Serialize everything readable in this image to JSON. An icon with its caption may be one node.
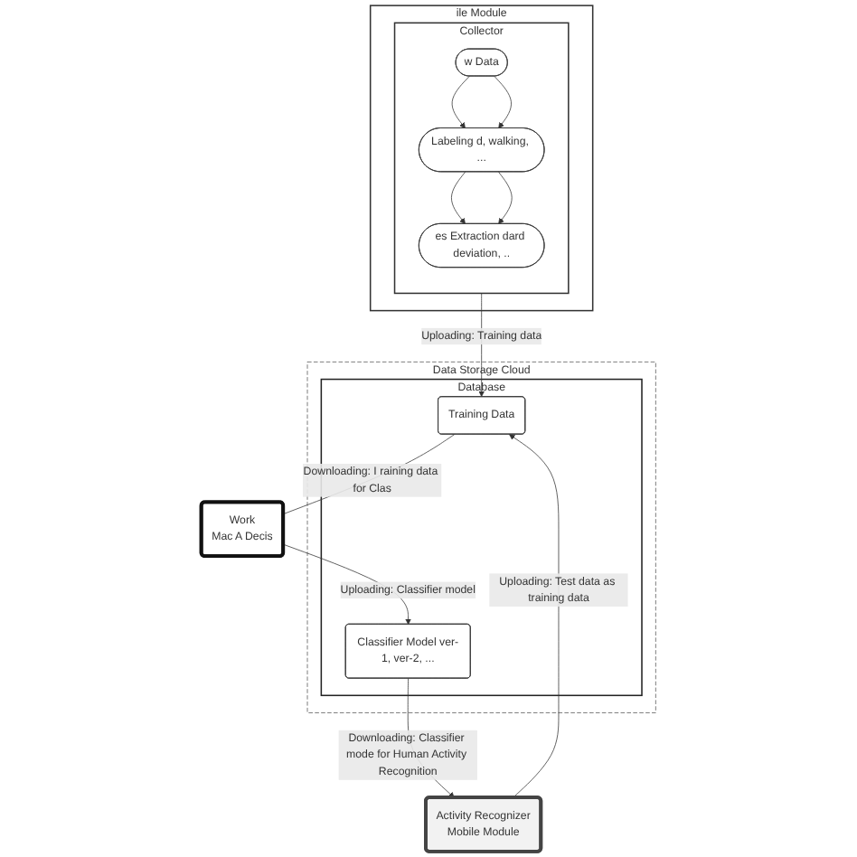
{
  "diagram": {
    "nodes": [
      {
        "text": [
          "ile Module"
        ]
      },
      {
        "text": [
          "Collector"
        ],
        "in": 0
      },
      {
        "text": [
          "w Data"
        ],
        "in": 1
      },
      {
        "text": [
          "Labeling d, walking, ..."
        ],
        "in": 1
      },
      {
        "text": [
          "es Extraction dard deviation, .."
        ],
        "in": 1
      },
      {
        "text": [
          "Data Storage Cloud"
        ]
      },
      {
        "text": [
          "Database"
        ],
        "in": 5
      },
      {
        "text": [
          "Training Data"
        ],
        "in": 6
      },
      {
        "text": [
          "Classifier Model ver-1, ver-2, ..."
        ],
        "in": 6
      },
      {
        "text": [
          "Activity Recognizer",
          "Mobile Module"
        ]
      },
      {
        "text": [
          "Work",
          "Mac A Decis"
        ]
      }
    ],
    "edges": [
      {
        "from": 2,
        "to": 3,
        "arrow": "to"
      },
      {
        "from": 2,
        "to": 3,
        "arrow": "to"
      },
      {
        "from": 3,
        "to": 4,
        "arrow": "to"
      },
      {
        "from": 3,
        "to": 4,
        "arrow": "to"
      },
      {
        "from": 1,
        "to": 7,
        "arrow": "to",
        "label": "Uploading: Training data"
      },
      {
        "from": 9,
        "to": 7,
        "arrow": "to",
        "label": "Uploading: Test data as training data"
      },
      {
        "from": 8,
        "to": 9,
        "arrow": "to",
        "label": "Downloading: Classifier mode for Human Activity Recognition"
      },
      {
        "from": 7,
        "to": 10,
        "arrow": "none",
        "label": "Downloading: I raining data for Clas"
      },
      {
        "from": 10,
        "to": 8,
        "arrow": "to",
        "label": "Uploading: Classifier model"
      }
    ]
  }
}
